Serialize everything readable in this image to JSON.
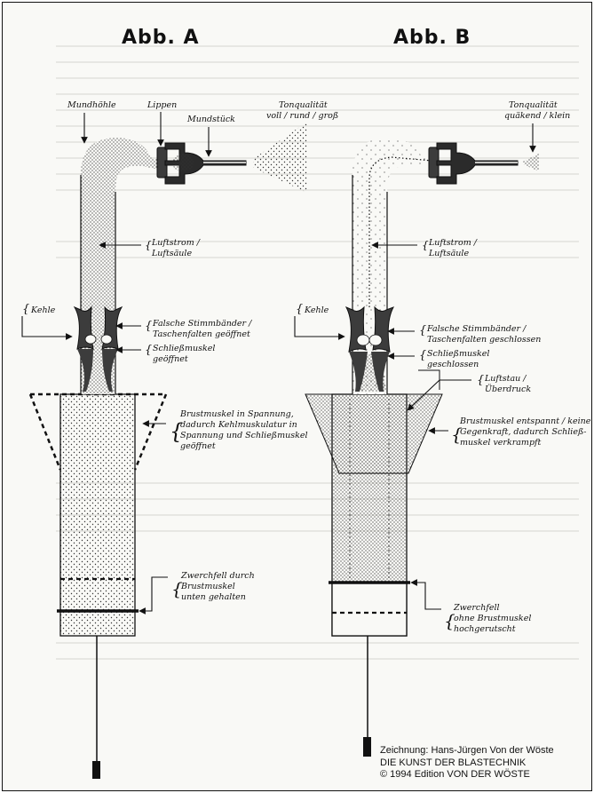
{
  "figure_a": {
    "title": "Abb. A",
    "labels": {
      "mundhoehle": "Mundhöhle",
      "lippen": "Lippen",
      "mundstueck": "Mundstück",
      "tonqualitaet_1": "Tonqualität",
      "tonqualitaet_2": "voll  /  rund  /  groß",
      "luftstrom_1": "Luftstrom /",
      "luftstrom_2": "Luftsäule",
      "kehle": "Kehle",
      "stimmbaender_1": "Falsche Stimmbänder /",
      "stimmbaender_2": "Taschenfalten  geöffnet",
      "schliessmuskel_1": "Schließmuskel",
      "schliessmuskel_2": "geöffnet",
      "brustmuskel_1": "Brustmuskel  in Spannung,",
      "brustmuskel_2": "dadurch  Kehlmuskulatur in",
      "brustmuskel_3": "Spannung  und Schließmuskel",
      "brustmuskel_4": "geöffnet",
      "zwerchfell_1": "Zwerchfell  durch",
      "zwerchfell_2": "Brustmuskel",
      "zwerchfell_3": "unten  gehalten"
    }
  },
  "figure_b": {
    "title": "Abb. B",
    "labels": {
      "tonqualitaet_1": "Tonqualität",
      "tonqualitaet_2": "quäkend / klein",
      "luftstrom_1": "Luftstrom /",
      "luftstrom_2": "Luftsäule",
      "kehle": "Kehle",
      "stimmbaender_1": "Falsche Stimmbänder /",
      "stimmbaender_2": "Taschenfalten  geschlossen",
      "schliessmuskel_1": "Schließmuskel",
      "schliessmuskel_2": "geschlossen",
      "luftstau_1": "Luftstau /",
      "luftstau_2": "Überdruck",
      "brustmuskel_1": "Brustmuskel  entspannt / keine",
      "brustmuskel_2": "Gegenkraft,  dadurch  Schließ-",
      "brustmuskel_3": "muskel  verkrampft",
      "zwerchfell_1": "Zwerchfell",
      "zwerchfell_2": "ohne  Brustmuskel",
      "zwerchfell_3": "hochgerutscht"
    }
  },
  "credit": {
    "line1": "Zeichnung: Hans-Jürgen Von der Wöste",
    "line2": "DIE KUNST DER BLASTECHNIK",
    "line3": "©  1994 Edition VON DER WÖSTE"
  },
  "colors": {
    "ink": "#111111",
    "dots": "#333333",
    "muscle": "#3c3c3c",
    "paper": "#f9f9f6"
  }
}
